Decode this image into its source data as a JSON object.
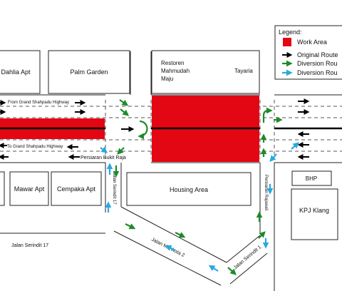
{
  "buildings": {
    "dahlia": "Dahlia Apt",
    "palm": "Palm Garden",
    "restoran_line1": "Restoren",
    "restoran_line2": "Mahmudah",
    "restoran_line3": "Maju",
    "tayaria": "Tayaria",
    "mawar": "Mawar Apt",
    "cempaka": "Cempaka Apt",
    "housing": "Housing Area",
    "bhp": "BHP",
    "kpj": "KPJ Klang"
  },
  "roads": {
    "from_grand": "From Grand Shahpadu Highway",
    "to_grand": "To Grand Shahpadu Highway",
    "bukit_raja": "Persiaran Bukit Raja",
    "serindit17_vertical": "Jalan Serindit 17",
    "serindit17_horizontal": "Jalan Serindit 17",
    "rajawali": "Persiaran Rajawali",
    "mahkota2": "Jalan Mahkota 2",
    "serindit1": "Jalan Serindit 1"
  },
  "legend": {
    "title": "Legend:",
    "work_area": "Work Area",
    "original_route": "Original Route",
    "diversion_route_1": "Diversion Rou",
    "diversion_route_2": "Diversion Rou"
  },
  "colors": {
    "work_area": "#e30613",
    "original_route": "#000000",
    "diversion_green": "#1f8a2a",
    "diversion_blue": "#29a8e0"
  }
}
